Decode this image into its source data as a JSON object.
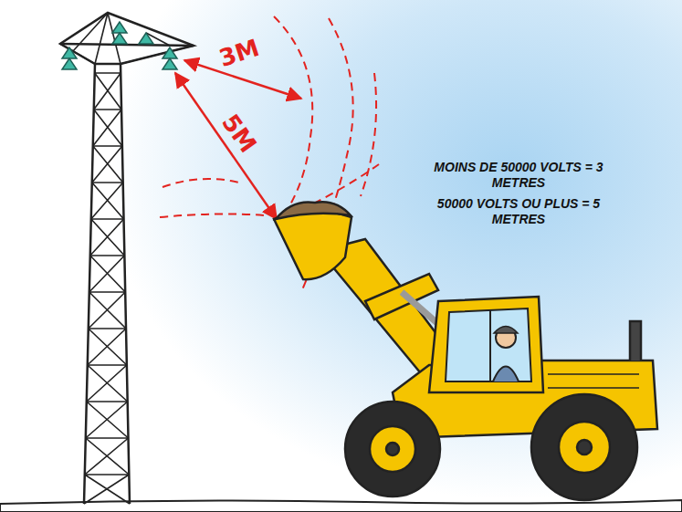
{
  "diagram": {
    "labels": [
      "3M",
      "5M",
      "MOINS DE 50000 VOLTS = 3 METRES",
      "50000 VOLTS OU PLUS = 5 METRES"
    ]
  }
}
